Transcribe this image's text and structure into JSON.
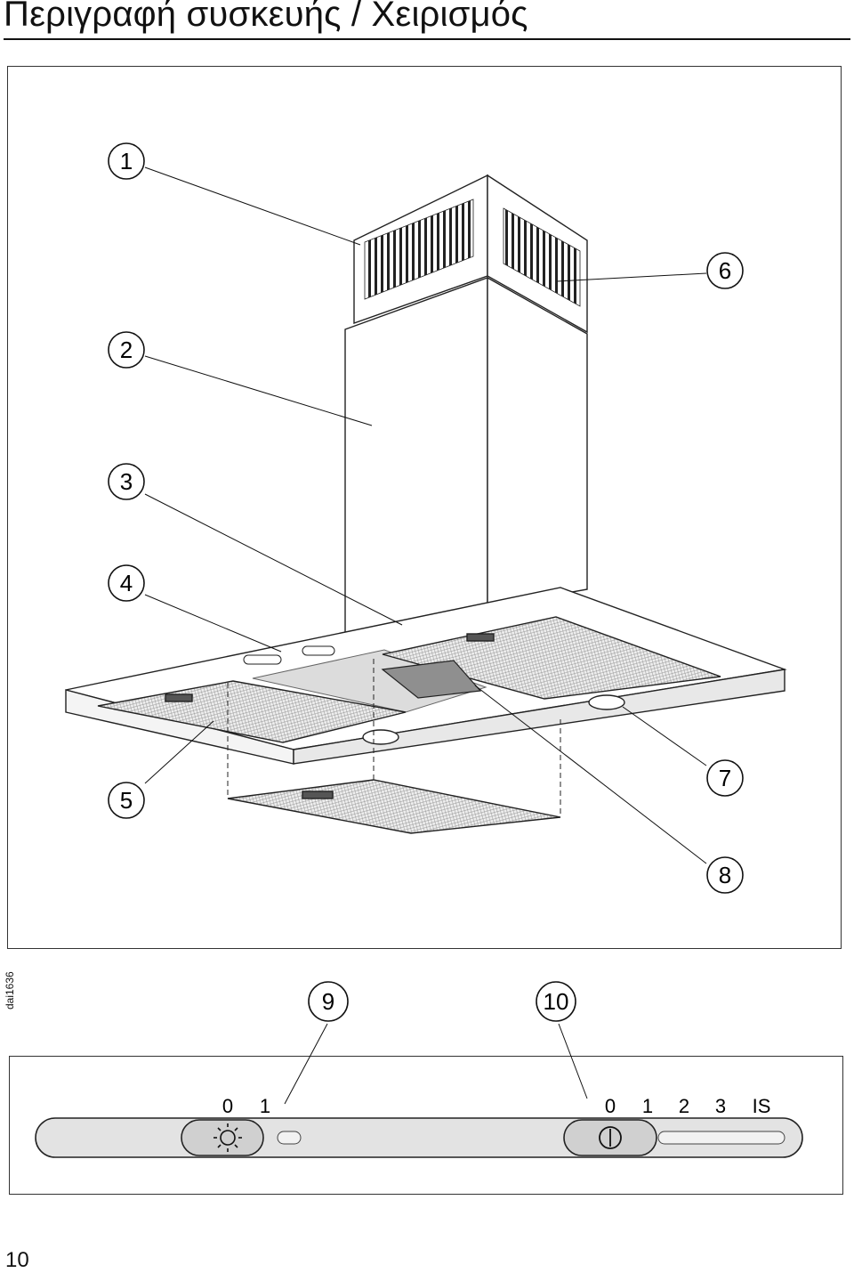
{
  "page": {
    "title": "Περιγραφή συσκευής / Χειρισμός",
    "figure_code": "dai1636",
    "page_number": "10"
  },
  "callouts": [
    "1",
    "2",
    "3",
    "4",
    "5",
    "6",
    "7",
    "8",
    "9",
    "10"
  ],
  "control_panel": {
    "light_switch_scale": [
      "0",
      "1"
    ],
    "fan_switch_scale": [
      "0",
      "1",
      "2",
      "3",
      "IS"
    ]
  }
}
